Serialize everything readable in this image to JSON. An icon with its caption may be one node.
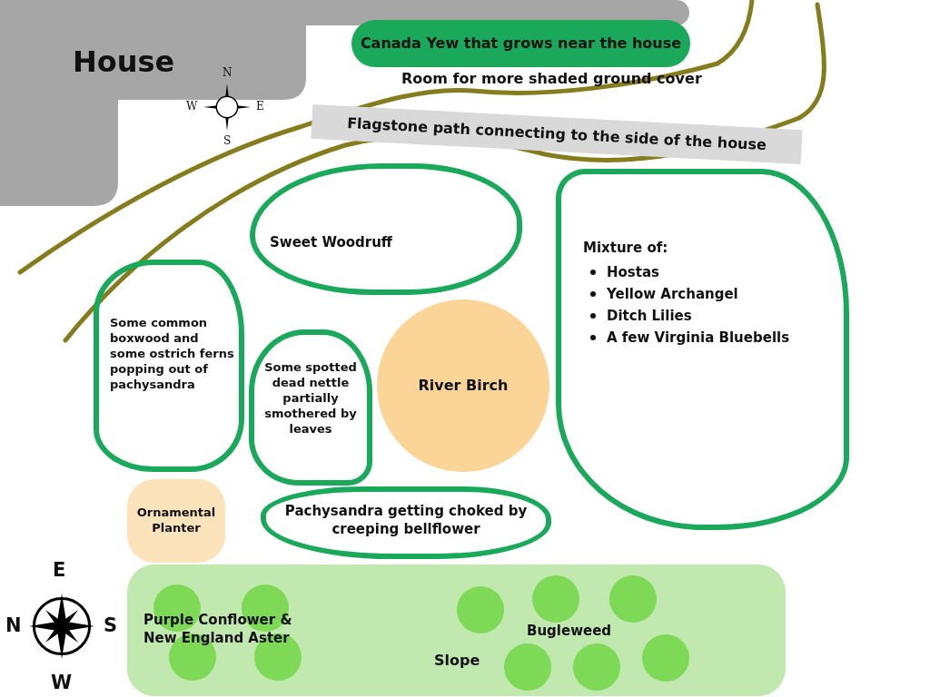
{
  "diagram": {
    "nodes": [
      {
        "text": [
          "House"
        ]
      },
      {
        "text": [
          "Canada Yew that grows near the house"
        ]
      },
      {
        "text": [
          "Flagstone path connecting to the side of the house"
        ]
      },
      {
        "text": [
          "Sweet Woodruff"
        ]
      },
      {
        "text": [
          "Mixture of:",
          "Hostas",
          "Yellow Archangel",
          "Ditch Lilies",
          "A few Virginia Bluebells"
        ]
      },
      {
        "text": [
          "Some common boxwood and some ostrich ferns popping out of pachysandra"
        ]
      },
      {
        "text": [
          "Some spotted dead nettle partially smothered by leaves"
        ]
      },
      {
        "text": [
          "River Birch"
        ]
      },
      {
        "text": [
          "Pachysandra getting choked by creeping bellflower"
        ]
      },
      {
        "text": [
          "Ornamental Planter"
        ]
      },
      {
        "text": [
          "Slope"
        ]
      },
      {
        "text": [
          "Purple Conflower & New England Aster"
        ],
        "in": 10
      },
      {
        "text": [
          "Bugleweed"
        ],
        "in": 10
      }
    ],
    "edges": [],
    "labels": [
      "Room for more shaded ground cover",
      "N",
      "W",
      "E",
      "S",
      "E",
      "N",
      "S",
      "W"
    ]
  }
}
